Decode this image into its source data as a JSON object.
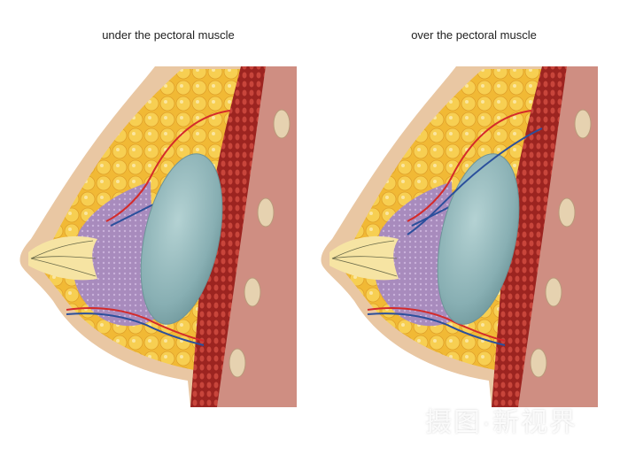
{
  "captions": {
    "left": "under the pectoral muscle",
    "right": "over the pectoral muscle"
  },
  "watermark": "摄图·新视界",
  "colors": {
    "skin": "#e9c7a3",
    "fat": "#f4c43a",
    "gland": "#a88bbd",
    "muscle": "#b2312b",
    "chest_wall": "#cf8e82",
    "implant": "#8db3b6",
    "artery": "#d42a2a",
    "vein": "#2a4f9c"
  }
}
